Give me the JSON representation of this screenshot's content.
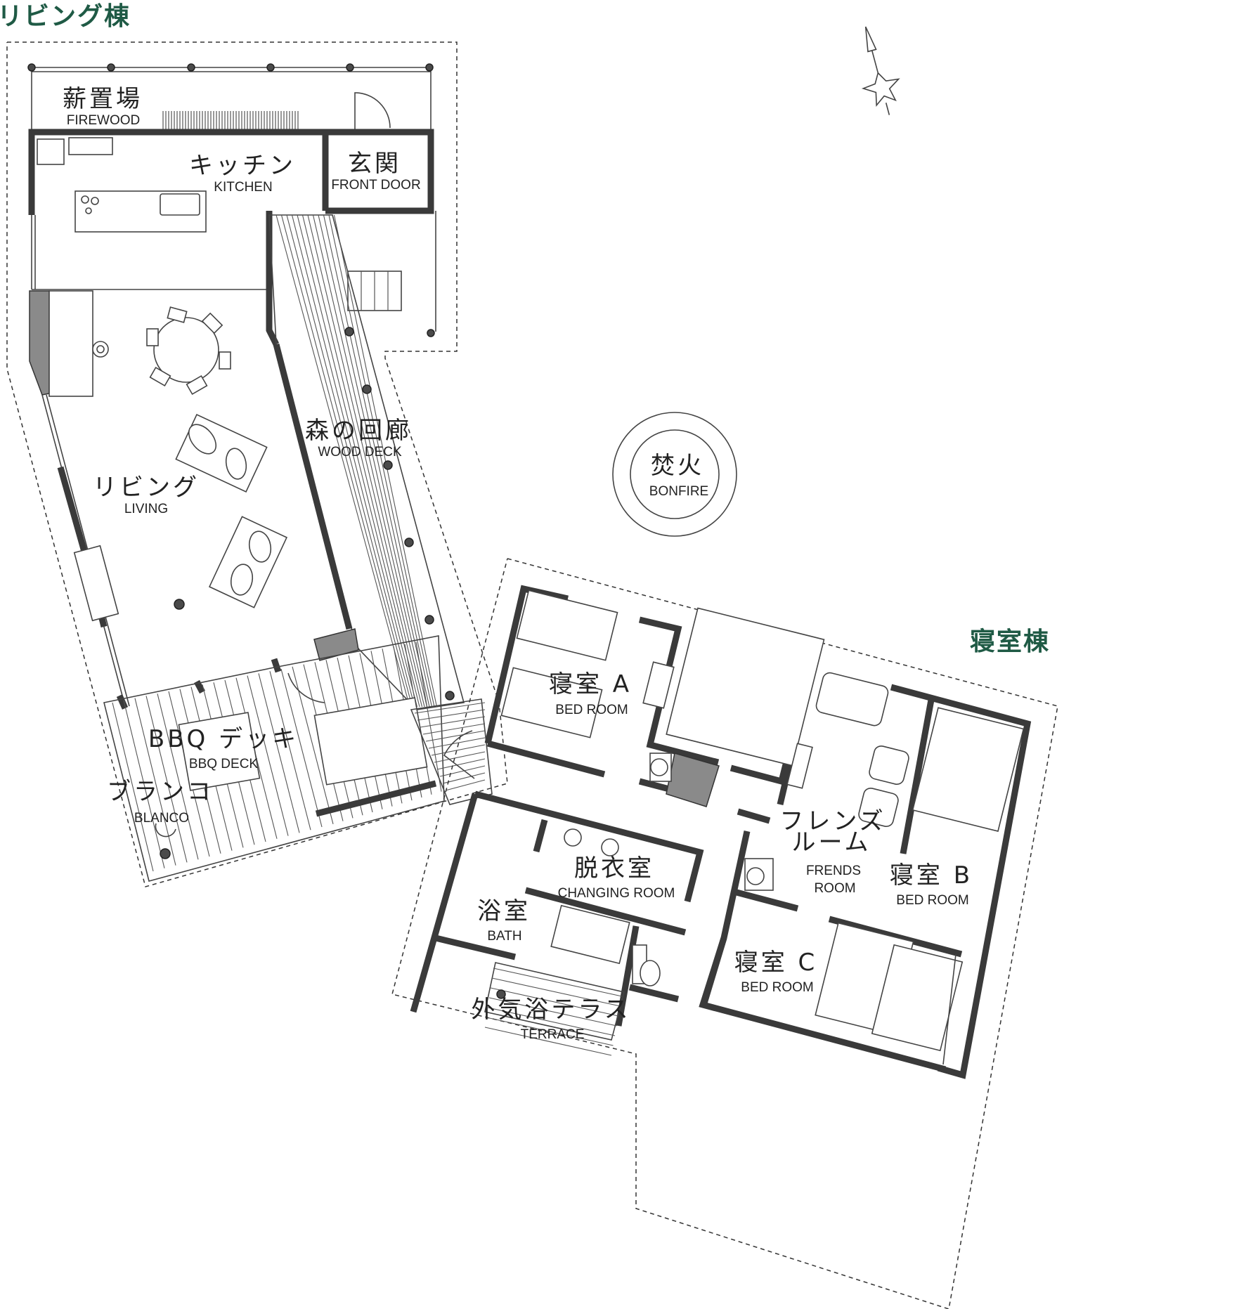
{
  "buildings": {
    "living_wing": "リビング棟",
    "bedroom_wing": "寝室棟"
  },
  "rooms": {
    "firewood": {
      "jp": "薪置場",
      "en": "FIREWOOD"
    },
    "kitchen": {
      "jp": "キッチン",
      "en": "KITCHEN"
    },
    "front_door": {
      "jp": "玄関",
      "en": "FRONT DOOR"
    },
    "wood_deck": {
      "jp": "森の回廊",
      "en": "WOOD DECK"
    },
    "living": {
      "jp": "リビング",
      "en": "LIVING"
    },
    "bonfire": {
      "jp": "焚火",
      "en": "BONFIRE"
    },
    "bbq_deck": {
      "jp": "BBQ デッキ",
      "en": "BBQ DECK"
    },
    "blanco": {
      "jp": "ブランコ",
      "en": "BLANCO"
    },
    "bedroom_a": {
      "jp": "寝室 A",
      "en": "BED ROOM"
    },
    "friends_room": {
      "jp1": "フレンズ",
      "jp2": "ルーム",
      "en1": "FRENDS",
      "en2": "ROOM"
    },
    "bedroom_b": {
      "jp": "寝室 B",
      "en": "BED ROOM"
    },
    "changing_room": {
      "jp": "脱衣室",
      "en": "CHANGING ROOM"
    },
    "bath": {
      "jp": "浴室",
      "en": "BATH"
    },
    "bedroom_c": {
      "jp": "寝室 C",
      "en": "BED ROOM"
    },
    "terrace": {
      "jp": "外気浴テラス",
      "en": "TERRACE"
    }
  },
  "colors": {
    "wing_label": "#1f5a45",
    "wall": "#3a3a3a",
    "solid_fill": "#8a8a8a"
  },
  "icons": {
    "north_arrow": "compass-star-icon"
  }
}
